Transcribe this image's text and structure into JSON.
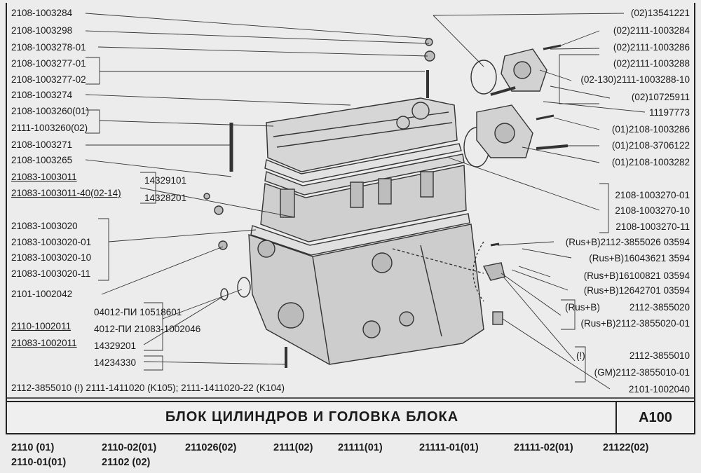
{
  "left_labels": [
    "2108-1003284",
    "2108-1003298",
    "2108-1003278-01",
    "2108-1003277-01",
    "2108-1003277-02",
    "2108-1003274",
    "2108-1003260(01)",
    "2111-1003260(02)",
    "2108-1003271",
    "2108-1003265",
    "21083-1003011",
    "21083-1003011-40(02-14)",
    "14329101",
    "14328201",
    "21083-1003020",
    "21083-1003020-01",
    "21083-1003020-10",
    "21083-1003020-11",
    "2101-1002042",
    "04012-ПИ  10518601",
    "4012-ПИ  21083-1002046",
    "2110-1002011",
    "21083-1002011",
    "14329201",
    "14234330"
  ],
  "right_labels": [
    "(02)13541221",
    "(02)2111-1003284",
    "(02)2111-1003286",
    "(02)2111-1003288",
    "(02-130)2111-1003288-10",
    "(02)10725911",
    "11197773",
    "(01)2108-1003286",
    "(01)2108-3706122",
    "(01)2108-1003282",
    "2108-1003270-01",
    "2108-1003270-10",
    "2108-1003270-11",
    "(Rus+B)2112-3855026  03594",
    "(Rus+B)16043621  3594",
    "(Rus+B)16100821  03594",
    "(Rus+B)12642701  03594",
    "(Rus+B)",
    "2112-3855020",
    "(Rus+B)2112-3855020-01",
    "(!)",
    "2112-3855010",
    "(GM)2112-3855010-01",
    "2101-1002040"
  ],
  "footnote": "2112-3855010 (!) 2111-1411020 (K105); 2111-1411020-22 (K104)",
  "title": "БЛОК  ЦИЛИНДРОВ  И  ГОЛОВКА  БЛОКА",
  "code": "А100",
  "models_row1": [
    "2110    (01)",
    "2110-02(01)",
    "211026(02)",
    "2111(02)",
    "21111(01)",
    "21111-01(01)",
    "21111-02(01)",
    "21122(02)"
  ],
  "models_row2": [
    "2110-01(01)",
    "21102   (02)"
  ],
  "colors": {
    "background": "#ececec",
    "ink": "#1a1a1a",
    "line": "#333333"
  }
}
